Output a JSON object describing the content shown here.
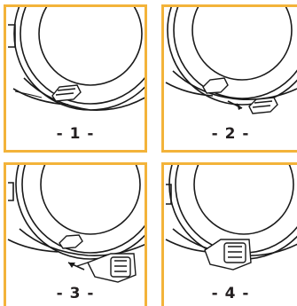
{
  "steps": [
    {
      "label": "- 1 -"
    },
    {
      "label": "- 2 -"
    },
    {
      "label": "- 3 -"
    },
    {
      "label": "- 4 -"
    }
  ],
  "colors": {
    "frame": "#F3B33A",
    "line": "#1a1a1a"
  },
  "icons": [
    "robot-body-outline",
    "brush-cover",
    "hose-adapter",
    "arrow-icon"
  ]
}
